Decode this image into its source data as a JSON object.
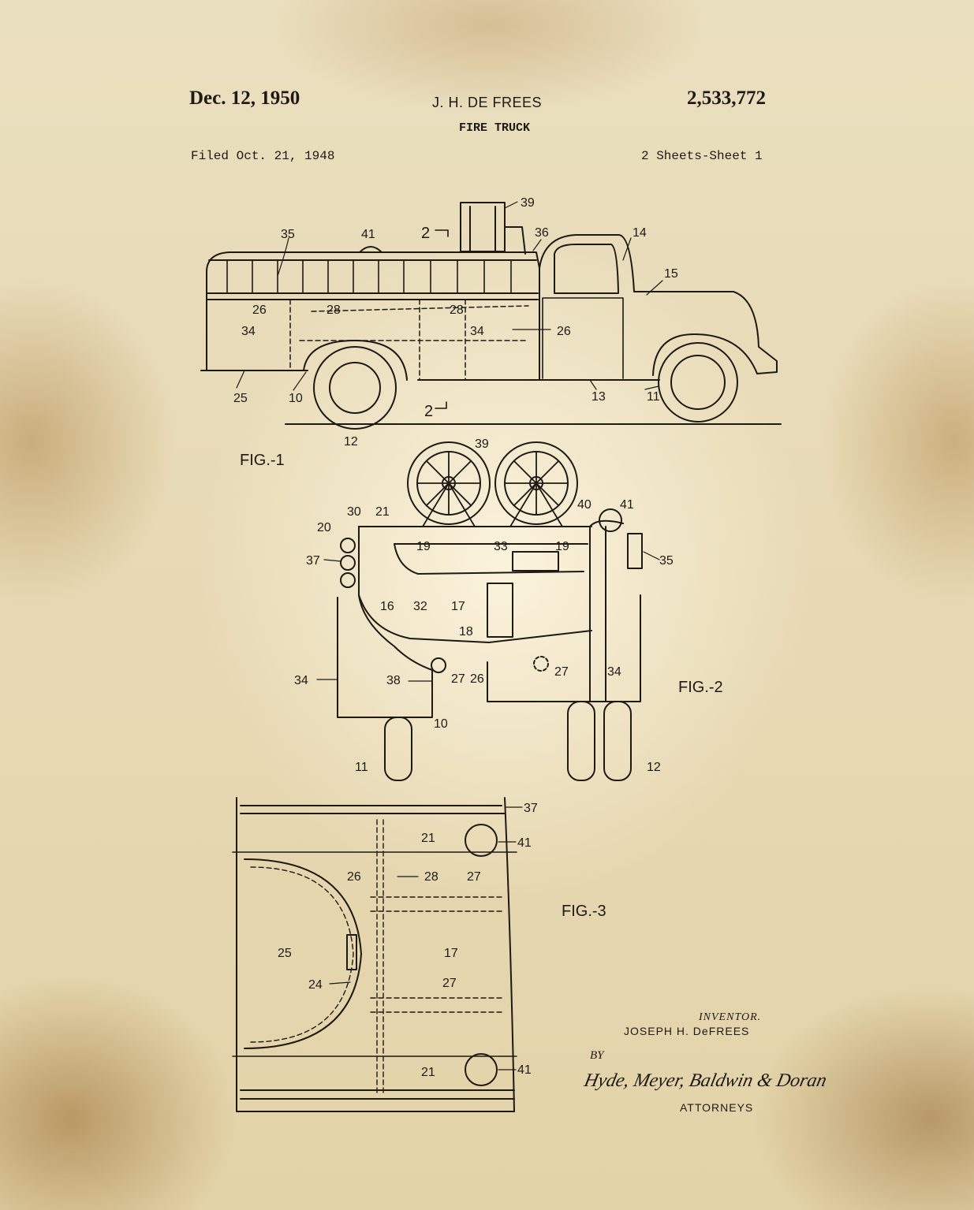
{
  "header": {
    "date": "Dec. 12, 1950",
    "inventor": "J. H. DE FREES",
    "patent_number": "2,533,772",
    "subject": "FIRE TRUCK",
    "filed": "Filed Oct. 21, 1948",
    "sheets": "2 Sheets-Sheet 1"
  },
  "figures": {
    "fig1": {
      "caption": "FIG.-1",
      "section_marks": [
        "2",
        "2"
      ],
      "labels": [
        "39",
        "35",
        "41",
        "36",
        "14",
        "15",
        "26",
        "28",
        "28",
        "34",
        "34",
        "26",
        "25",
        "10",
        "13",
        "11",
        "12"
      ]
    },
    "fig2": {
      "caption": "FIG.-2",
      "labels": [
        "39",
        "30",
        "21",
        "40",
        "41",
        "20",
        "19",
        "33",
        "19",
        "37",
        "35",
        "32",
        "17",
        "16",
        "18",
        "34",
        "38",
        "27",
        "26",
        "27",
        "34",
        "10",
        "11",
        "12"
      ]
    },
    "fig3": {
      "caption": "FIG.-3",
      "labels": [
        "37",
        "21",
        "41",
        "26",
        "28",
        "27",
        "25",
        "17",
        "24",
        "27",
        "21",
        "41"
      ]
    }
  },
  "footer": {
    "inventor_label": "INVENTOR.",
    "inventor_name": "JOSEPH H. DeFREES",
    "by": "BY",
    "signature": "Hyde, Meyer, Baldwin & Doran",
    "attorneys": "ATTORNEYS"
  },
  "colors": {
    "paper": "#e9dcb6",
    "ink": "#1d1a14"
  }
}
